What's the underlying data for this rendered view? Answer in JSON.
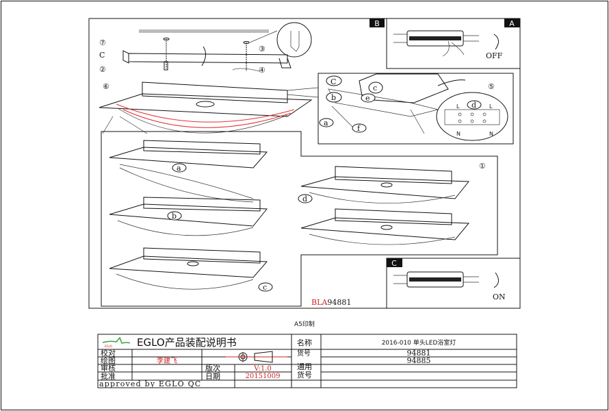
{
  "panels": {
    "b": "B",
    "a": "A",
    "c": "C",
    "a_text": "OFF",
    "c_text": "ON",
    "steps": [
      "⑦",
      "②",
      "③",
      "④",
      "⑥",
      "⑤",
      "①"
    ],
    "labels": {
      "a": "a",
      "b": "b",
      "c": "c",
      "d": "d",
      "e": "e",
      "f": "f",
      "C": "C",
      "L": "L",
      "N": "N"
    }
  },
  "model_code": {
    "prefix": "BLA",
    "number": "94881"
  },
  "print_note": "A5印制",
  "title_block": {
    "logo_text": "EGLO",
    "title": "EGLO产品装配说明书",
    "name_label": "名称",
    "name_value": "2016-010 单头LED浴室灯",
    "item_no_label": "货号",
    "item_no_value": "94881",
    "common_label": "通用货号",
    "common_value": "94885",
    "check_label": "校对",
    "drawing_label": "绘图",
    "drawing_value": "李建飞",
    "review_label": "审核",
    "approve_label": "批准",
    "version_label": "版次",
    "version_value": "V:1.0",
    "date_label": "日期",
    "date_value": "20151009",
    "approved_text": "approved by EGLO QC"
  },
  "colors": {
    "accent_red": "#d02020",
    "logo_green": "#3aa635"
  }
}
